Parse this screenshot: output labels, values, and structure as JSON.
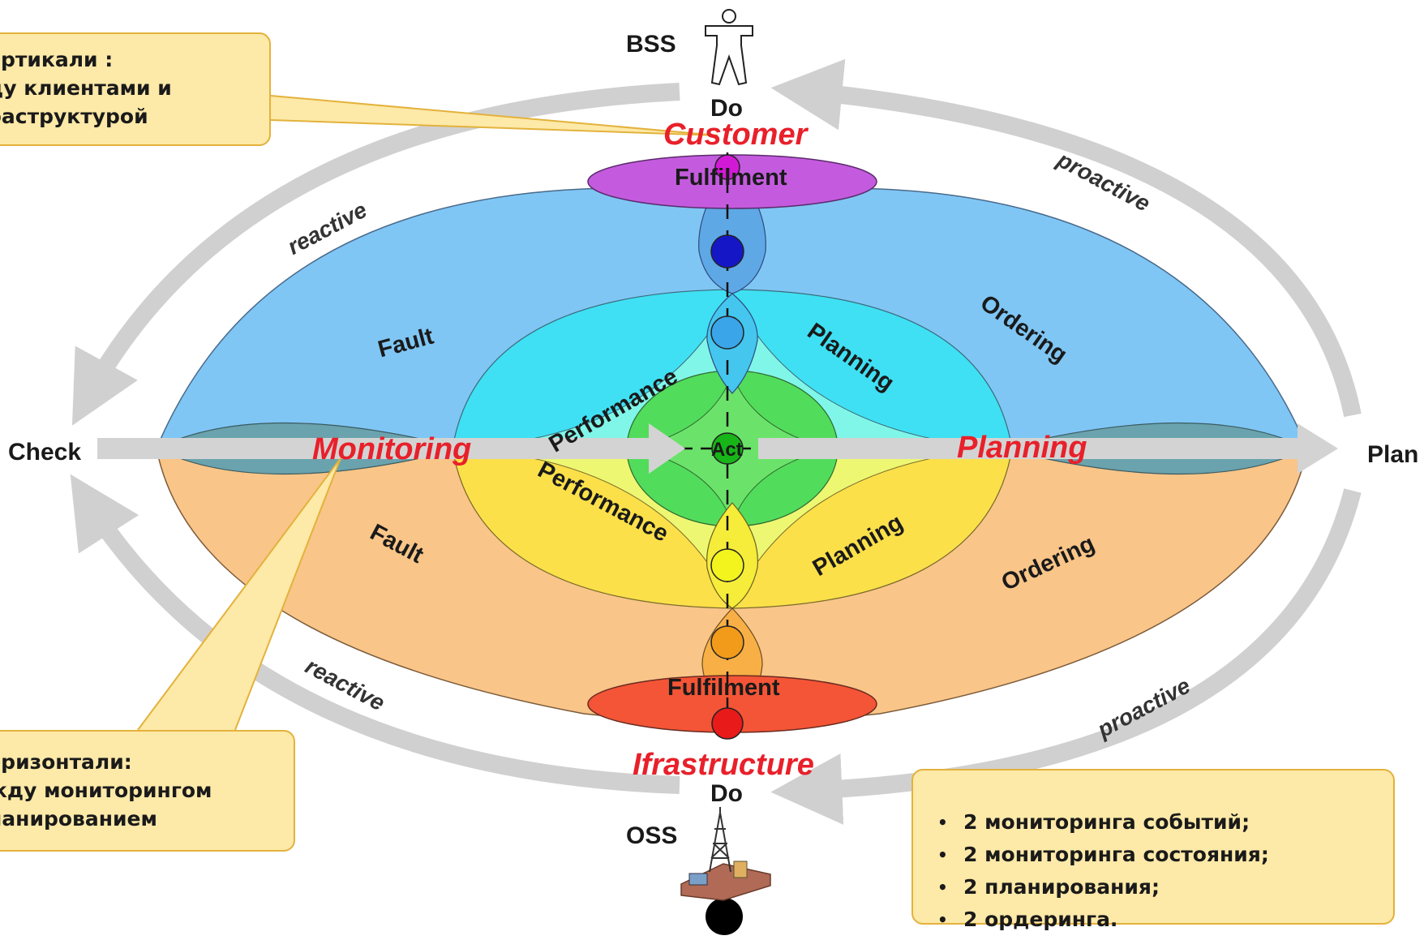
{
  "corners": {
    "check": "Check",
    "plan": "Plan",
    "bss": "BSS",
    "oss": "OSS",
    "do_top": "Do",
    "do_bottom": "Do"
  },
  "poles": {
    "customer": "Customer",
    "infrastructure": "Ifrastructure",
    "monitoring": "Monitoring",
    "planning": "Planning",
    "act": "Act"
  },
  "arrows": {
    "reactive_top": "reactive",
    "proactive_top": "proactive",
    "reactive_bottom": "reactive",
    "proactive_bottom": "proactive"
  },
  "zones": {
    "fulfilment_top": "Fulfilment",
    "fulfilment_bottom": "Fulfilment",
    "fault_top": "Fault",
    "fault_bottom": "Fault",
    "ordering_top": "Ordering",
    "ordering_bottom": "Ordering",
    "performance_top": "Performance",
    "performance_bottom": "Performance",
    "planning_top": "Planning",
    "planning_bottom": "Planning"
  },
  "callouts": {
    "top_lines": [
      "ертикали :",
      "ду клиентами и",
      "раструктурой"
    ],
    "bottom_lines": [
      "оризонтали:",
      "жду мониторингом",
      "ланированием"
    ],
    "summary_items": [
      "2 мониторинга событий;",
      "2 мониторинга состояния;",
      "2 планирования;",
      "2 ордеринга."
    ]
  },
  "colors": {
    "upper_outer": "#7fc6f5",
    "upper_mid": "#3fe0f3",
    "upper_inner": "#80f6e8",
    "lower_outer": "#f9c588",
    "lower_mid": "#fbe04a",
    "lower_inner": "#edf772",
    "center": "#52dc5c",
    "fulfilment_top": "#c45bde",
    "fulfilment_bottom": "#f45536",
    "side_lens": "#6aa3ad",
    "accent_red": "#e8202a",
    "callout_fill": "#fde9a8",
    "callout_border": "#e3b23c"
  }
}
